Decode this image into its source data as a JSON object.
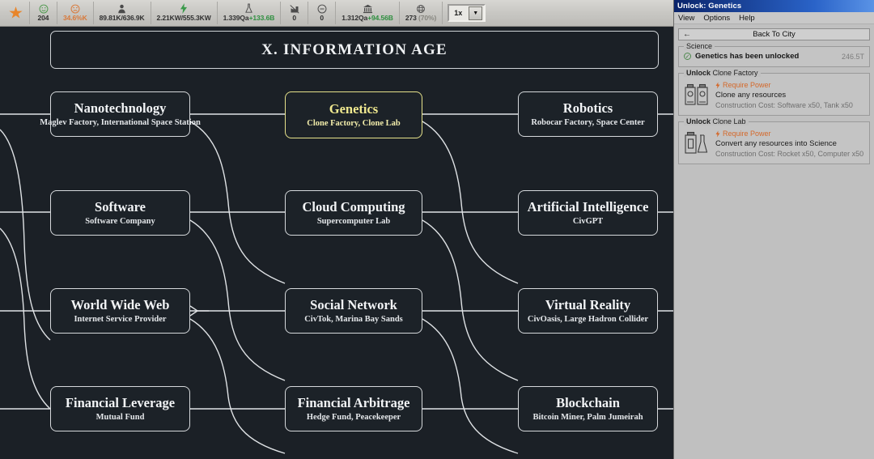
{
  "toolbar": {
    "items": [
      {
        "name": "star-indicator",
        "icon": "star-icon",
        "value": ""
      },
      {
        "name": "happiness",
        "icon": "smiley-icon",
        "value": "204"
      },
      {
        "name": "unhappiness",
        "icon": "angry-icon",
        "value": "34.6%K",
        "color": "orange"
      },
      {
        "name": "population",
        "icon": "population-icon",
        "value": "89.81K/636.9K"
      },
      {
        "name": "power",
        "icon": "bolt-icon",
        "value": "2.21KW/555.3KW"
      },
      {
        "name": "science",
        "icon": "flask-icon",
        "value": "1.339Qa",
        "delta": "+133.6B"
      },
      {
        "name": "pollution",
        "icon": "factory-off-icon",
        "value": "0"
      },
      {
        "name": "crime",
        "icon": "minus-circle-icon",
        "value": "0"
      },
      {
        "name": "money",
        "icon": "bank-icon",
        "value": "1.312Qa",
        "delta": "+94.56B"
      },
      {
        "name": "tourism",
        "icon": "globe-icon",
        "value": "273",
        "sub": "(70%)"
      }
    ],
    "speed": {
      "value": "1x",
      "caret": "▼"
    }
  },
  "era": {
    "title": "X.  INFORMATION AGE"
  },
  "tech_tree": {
    "nodes": [
      {
        "id": "nanotechnology",
        "title": "Nanotechnology",
        "sub": "Maglev Factory, International Space Station",
        "col": 0,
        "row": 0,
        "selected": false
      },
      {
        "id": "genetics",
        "title": "Genetics",
        "sub": "Clone Factory, Clone Lab",
        "col": 1,
        "row": 0,
        "selected": true
      },
      {
        "id": "robotics",
        "title": "Robotics",
        "sub": "Robocar Factory, Space Center",
        "col": 2,
        "row": 0,
        "selected": false
      },
      {
        "id": "software",
        "title": "Software",
        "sub": "Software Company",
        "col": 0,
        "row": 1,
        "selected": false
      },
      {
        "id": "cloud-computing",
        "title": "Cloud Computing",
        "sub": "Supercomputer Lab",
        "col": 1,
        "row": 1,
        "selected": false
      },
      {
        "id": "artificial-intelligence",
        "title": "Artificial Intelligence",
        "sub": "CivGPT",
        "col": 2,
        "row": 1,
        "selected": false
      },
      {
        "id": "world-wide-web",
        "title": "World Wide Web",
        "sub": "Internet Service Provider",
        "col": 0,
        "row": 2,
        "selected": false
      },
      {
        "id": "social-network",
        "title": "Social Network",
        "sub": "CivTok, Marina Bay Sands",
        "col": 1,
        "row": 2,
        "selected": false
      },
      {
        "id": "virtual-reality",
        "title": "Virtual Reality",
        "sub": "CivOasis, Large Hadron Collider",
        "col": 2,
        "row": 2,
        "selected": false
      },
      {
        "id": "financial-leverage",
        "title": "Financial Leverage",
        "sub": "Mutual Fund",
        "col": 0,
        "row": 3,
        "selected": false
      },
      {
        "id": "financial-arbitrage",
        "title": "Financial Arbitrage",
        "sub": "Hedge Fund, Peacekeeper",
        "col": 1,
        "row": 3,
        "selected": false
      },
      {
        "id": "blockchain",
        "title": "Blockchain",
        "sub": "Bitcoin Miner, Palm Jumeirah",
        "col": 2,
        "row": 3,
        "selected": false
      }
    ]
  },
  "panel": {
    "window_title": "Unlock: Genetics",
    "menu": [
      "View",
      "Options",
      "Help"
    ],
    "back_button": "Back To City",
    "science_group": {
      "legend": "Science",
      "status": "Genetics has been unlocked",
      "cost": "246.5T",
      "check": "✓"
    },
    "unlocks": [
      {
        "legend_bold": "Unlock",
        "legend_rest": " Clone Factory",
        "requirement": "Require Power",
        "requirement_icon": "bolt-icon",
        "description": "Clone any resources",
        "cost": "Construction Cost: Software x50, Tank x50",
        "icon": "clone-factory-icon"
      },
      {
        "legend_bold": "Unlock",
        "legend_rest": " Clone Lab",
        "requirement": "Require Power",
        "requirement_icon": "bolt-icon",
        "description": "Convert any resources into Science",
        "cost": "Construction Cost: Rocket x50, Computer x50",
        "icon": "clone-lab-icon"
      }
    ]
  },
  "colors": {
    "accent_yellow": "#f0e98f",
    "positive_green": "#2e8f3f",
    "warning_orange": "#d4682a",
    "panel_gray": "#c0c0c0",
    "game_bg": "#1b2026"
  }
}
